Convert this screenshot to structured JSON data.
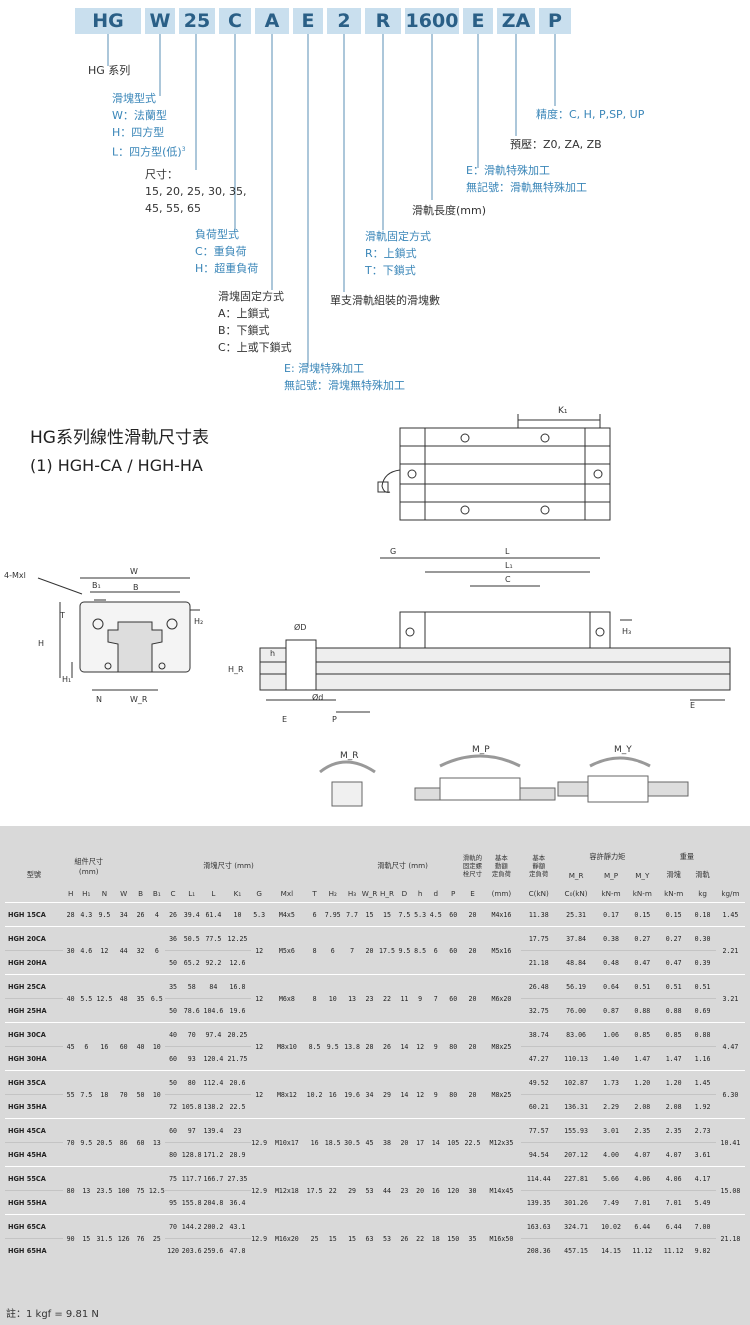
{
  "code_segments": [
    "HG",
    "W",
    "25",
    "C",
    "A",
    "E",
    "2",
    "R",
    "1600",
    "E",
    "ZA",
    "P"
  ],
  "labels": {
    "series": "HG 系列",
    "block_type": "滑塊型式\nW：法蘭型\nH：四方型\nL：四方型(低)",
    "block_type_sup": "3",
    "size": "尺寸：\n15, 20, 25, 30, 35,\n45, 55, 65",
    "load": "負荷型式\nC：重負荷\nH：超重負荷",
    "block_mount": "滑塊固定方式\nA：上鎖式\nB：下鎖式\nC：上或下鎖式",
    "block_special": "E: 滑塊特殊加工\n無記號：滑塊無特殊加工",
    "blocks_per_rail": "單支滑軌組裝的滑塊數",
    "rail_mount": "滑軌固定方式\nR：上鎖式\nT：下鎖式",
    "rail_length": "滑軌長度(mm)",
    "rail_special": "E：滑軌特殊加工\n無記號：滑軌無特殊加工",
    "preload": "預壓：Z0, ZA, ZB",
    "precision": "精度：C, H, P,SP, UP"
  },
  "section_title": "HG系列線性滑軌尺寸表",
  "subtitle": "(1) HGH-CA / HGH-HA",
  "drawing_labels": {
    "k1": "K₁",
    "g": "G",
    "l": "L",
    "l1": "L₁",
    "c": "C",
    "w": "W",
    "b": "B",
    "b1": "B₁",
    "mxl": "4-Mxl",
    "t": "T",
    "h": "H",
    "h1": "H₁",
    "h2": "H₂",
    "h3": "H₃",
    "n": "N",
    "wr": "W_R",
    "hr": "H_R",
    "d_big": "ØD",
    "d_small": "Ød",
    "h_small": "h",
    "e": "E",
    "p": "P",
    "mr": "M_R",
    "mp": "M_P",
    "my": "M_Y"
  },
  "table": {
    "group_headers": {
      "model": "型號",
      "assembly": "組件尺寸\n(mm)",
      "block": "滑塊尺寸 (mm)",
      "rail": "滑軌尺寸 (mm)",
      "bolt": "滑軌的\n固定螺\n栓尺寸",
      "dyn": "基本\n動額\n定負荷",
      "stat": "基本\n靜額\n定負荷",
      "moment": "容許靜力矩",
      "weight": "重量"
    },
    "columns": [
      "H",
      "H₁",
      "N",
      "W",
      "B",
      "B₁",
      "C",
      "L₁",
      "L",
      "K₁",
      "G",
      "Mxl",
      "T",
      "H₂",
      "H₃",
      "W_R",
      "H_R",
      "D",
      "h",
      "d",
      "P",
      "E",
      "(mm)",
      "C(kN)",
      "C₀(kN)",
      "M_R",
      "M_P",
      "M_Y",
      "滑塊",
      "滑軌"
    ],
    "units": [
      "kN-m",
      "kN-m",
      "kN-m",
      "kg",
      "kg/m"
    ],
    "rows": [
      [
        "HGH 15CA",
        "28",
        "4.3",
        "9.5",
        "34",
        "26",
        "4",
        "26",
        "39.4",
        "61.4",
        "10",
        "5.3",
        "M4x5",
        "6",
        "7.95",
        "7.7",
        "15",
        "15",
        "7.5",
        "5.3",
        "4.5",
        "60",
        "20",
        "M4x16",
        "11.38",
        "25.31",
        "0.17",
        "0.15",
        "0.15",
        "0.18",
        "1.45"
      ],
      [
        "HGH 20CA",
        "30",
        "4.6",
        "12",
        "44",
        "32",
        "6",
        "36",
        "50.5",
        "77.5",
        "12.25",
        "12",
        "M5x6",
        "8",
        "6",
        "7",
        "20",
        "17.5",
        "9.5",
        "8.5",
        "6",
        "60",
        "20",
        "M5x16",
        "17.75",
        "37.84",
        "0.38",
        "0.27",
        "0.27",
        "0.30",
        "2.21"
      ],
      [
        "HGH 20HA",
        "",
        "",
        "",
        "",
        "",
        "",
        "50",
        "65.2",
        "92.2",
        "12.6",
        "",
        "",
        "",
        "",
        "",
        "",
        "",
        "",
        "",
        "",
        "",
        "",
        "",
        "21.18",
        "48.84",
        "0.48",
        "0.47",
        "0.47",
        "0.39",
        ""
      ],
      [
        "HGH 25CA",
        "40",
        "5.5",
        "12.5",
        "48",
        "35",
        "6.5",
        "35",
        "58",
        "84",
        "16.8",
        "12",
        "M6x8",
        "8",
        "10",
        "13",
        "23",
        "22",
        "11",
        "9",
        "7",
        "60",
        "20",
        "M6x20",
        "26.48",
        "56.19",
        "0.64",
        "0.51",
        "0.51",
        "0.51",
        "3.21"
      ],
      [
        "HGH 25HA",
        "",
        "",
        "",
        "",
        "",
        "",
        "50",
        "78.6",
        "104.6",
        "19.6",
        "",
        "",
        "",
        "",
        "",
        "",
        "",
        "",
        "",
        "",
        "",
        "",
        "",
        "32.75",
        "76.00",
        "0.87",
        "0.88",
        "0.88",
        "0.69",
        ""
      ],
      [
        "HGH 30CA",
        "45",
        "6",
        "16",
        "60",
        "40",
        "10",
        "40",
        "70",
        "97.4",
        "20.25",
        "12",
        "M8x10",
        "8.5",
        "9.5",
        "13.8",
        "28",
        "26",
        "14",
        "12",
        "9",
        "80",
        "20",
        "M8x25",
        "38.74",
        "83.06",
        "1.06",
        "0.85",
        "0.85",
        "0.88",
        "4.47"
      ],
      [
        "HGH 30HA",
        "",
        "",
        "",
        "",
        "",
        "",
        "60",
        "93",
        "120.4",
        "21.75",
        "",
        "",
        "",
        "",
        "",
        "",
        "",
        "",
        "",
        "",
        "",
        "",
        "",
        "47.27",
        "110.13",
        "1.40",
        "1.47",
        "1.47",
        "1.16",
        ""
      ],
      [
        "HGH 35CA",
        "55",
        "7.5",
        "18",
        "70",
        "50",
        "10",
        "50",
        "80",
        "112.4",
        "20.6",
        "12",
        "M8x12",
        "10.2",
        "16",
        "19.6",
        "34",
        "29",
        "14",
        "12",
        "9",
        "80",
        "20",
        "M8x25",
        "49.52",
        "102.87",
        "1.73",
        "1.20",
        "1.20",
        "1.45",
        "6.30"
      ],
      [
        "HGH 35HA",
        "",
        "",
        "",
        "",
        "",
        "",
        "72",
        "105.8",
        "138.2",
        "22.5",
        "",
        "",
        "",
        "",
        "",
        "",
        "",
        "",
        "",
        "",
        "",
        "",
        "",
        "60.21",
        "136.31",
        "2.29",
        "2.08",
        "2.08",
        "1.92",
        ""
      ],
      [
        "HGH 45CA",
        "70",
        "9.5",
        "20.5",
        "86",
        "60",
        "13",
        "60",
        "97",
        "139.4",
        "23",
        "12.9",
        "M10x17",
        "16",
        "18.5",
        "30.5",
        "45",
        "38",
        "20",
        "17",
        "14",
        "105",
        "22.5",
        "M12x35",
        "77.57",
        "155.93",
        "3.01",
        "2.35",
        "2.35",
        "2.73",
        "10.41"
      ],
      [
        "HGH 45HA",
        "",
        "",
        "",
        "",
        "",
        "",
        "80",
        "128.8",
        "171.2",
        "28.9",
        "",
        "",
        "",
        "",
        "",
        "",
        "",
        "",
        "",
        "",
        "",
        "",
        "",
        "94.54",
        "207.12",
        "4.00",
        "4.07",
        "4.07",
        "3.61",
        ""
      ],
      [
        "HGH 55CA",
        "80",
        "13",
        "23.5",
        "100",
        "75",
        "12.5",
        "75",
        "117.7",
        "166.7",
        "27.35",
        "12.9",
        "M12x18",
        "17.5",
        "22",
        "29",
        "53",
        "44",
        "23",
        "20",
        "16",
        "120",
        "30",
        "M14x45",
        "114.44",
        "227.81",
        "5.66",
        "4.06",
        "4.06",
        "4.17",
        "15.08"
      ],
      [
        "HGH 55HA",
        "",
        "",
        "",
        "",
        "",
        "",
        "95",
        "155.8",
        "204.8",
        "36.4",
        "",
        "",
        "",
        "",
        "",
        "",
        "",
        "",
        "",
        "",
        "",
        "",
        "",
        "139.35",
        "301.26",
        "7.49",
        "7.01",
        "7.01",
        "5.49",
        ""
      ],
      [
        "HGH 65CA",
        "90",
        "15",
        "31.5",
        "126",
        "76",
        "25",
        "70",
        "144.2",
        "200.2",
        "43.1",
        "12.9",
        "M16x20",
        "25",
        "15",
        "15",
        "63",
        "53",
        "26",
        "22",
        "18",
        "150",
        "35",
        "M16x50",
        "163.63",
        "324.71",
        "10.02",
        "6.44",
        "6.44",
        "7.00",
        "21.18"
      ],
      [
        "HGH 65HA",
        "",
        "",
        "",
        "",
        "",
        "",
        "120",
        "203.6",
        "259.6",
        "47.8",
        "",
        "",
        "",
        "",
        "",
        "",
        "",
        "",
        "",
        "",
        "",
        "",
        "",
        "208.36",
        "457.15",
        "14.15",
        "11.12",
        "11.12",
        "9.82",
        ""
      ]
    ]
  },
  "note": "註：1 kgf = 9.81 N"
}
